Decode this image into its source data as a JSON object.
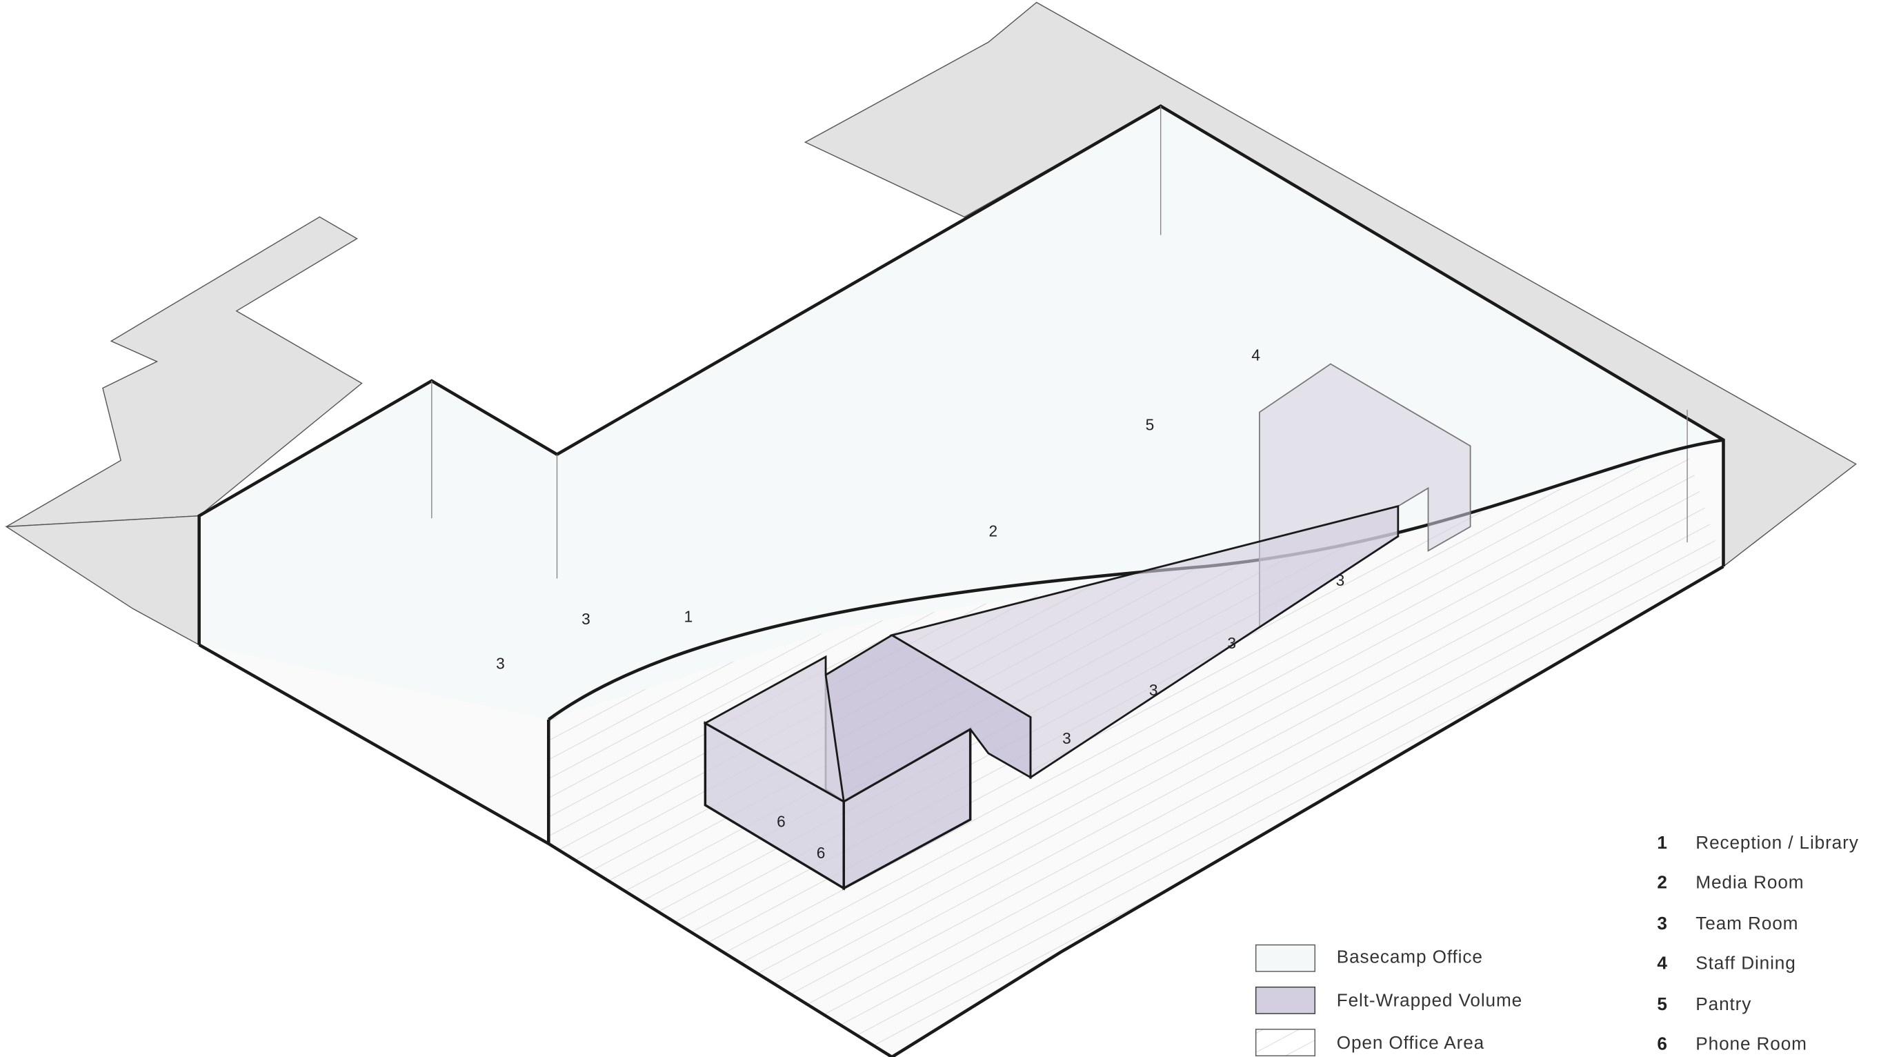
{
  "colors": {
    "basecamp": "#f5f8f8",
    "felt": "#d3cfe0",
    "slab": "#e2e2e2",
    "outline": "#1a1a1a"
  },
  "room_labels": {
    "reception": "1",
    "media": "2",
    "team_a": "3",
    "team_b": "3",
    "team_c": "3",
    "team_d": "3",
    "team_e": "3",
    "team_f": "3",
    "dining": "4",
    "pantry": "5",
    "phone_a": "6",
    "phone_b": "6"
  },
  "legend_swatches": [
    {
      "label": "Basecamp Office"
    },
    {
      "label": "Felt-Wrapped Volume"
    },
    {
      "label": "Open Office Area"
    }
  ],
  "legend_rooms": [
    {
      "num": "1",
      "label": "Reception / Library"
    },
    {
      "num": "2",
      "label": "Media Room"
    },
    {
      "num": "3",
      "label": "Team Room"
    },
    {
      "num": "4",
      "label": "Staff Dining"
    },
    {
      "num": "5",
      "label": "Pantry"
    },
    {
      "num": "6",
      "label": "Phone Room"
    }
  ]
}
